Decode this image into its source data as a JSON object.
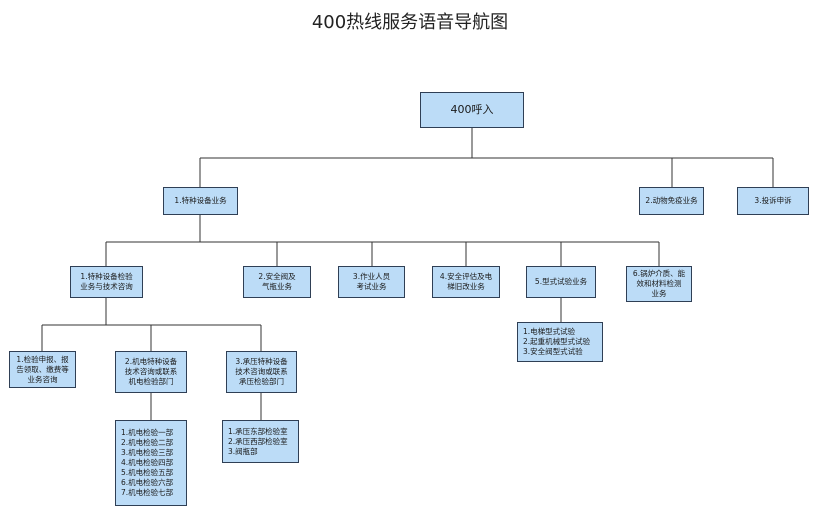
{
  "title": "400热线服务语音导航图",
  "nodes": {
    "root": "400呼入",
    "n1": "1.特种设备业务",
    "n2": "2.动物免疫业务",
    "n3": "3.投诉申诉",
    "n1_1": "1.特种设备检验\n业务与技术咨询",
    "n1_2": "2.安全阀及\n气瓶业务",
    "n1_3": "3.作业人员\n考试业务",
    "n1_4": "4.安全评估及电\n梯旧改业务",
    "n1_5": "5.型式试验业务",
    "n1_6": "6.锅炉介质、能\n效和材料检测\n业务",
    "n1_1_1": "1.检验申报、报\n告领取、缴费等\n业务咨询",
    "n1_1_2": "2.机电特种设备\n技术咨询或联系\n机电检验部门",
    "n1_1_3": "3.承压特种设备\n技术咨询或联系\n承压检验部门",
    "n_jd_list": "1.机电检验一部\n2.机电检验二部\n3.机电检验三部\n4.机电检验四部\n5.机电检验五部\n6.机电检验六部\n7.机电检验七部",
    "n_cy_list": "1.承压东部检验室\n2.承压西部检验室\n3.阀瓶部",
    "n_xs_list": "1.电梯型式试验\n2.起重机械型式试验\n3.安全阀型式试验"
  }
}
